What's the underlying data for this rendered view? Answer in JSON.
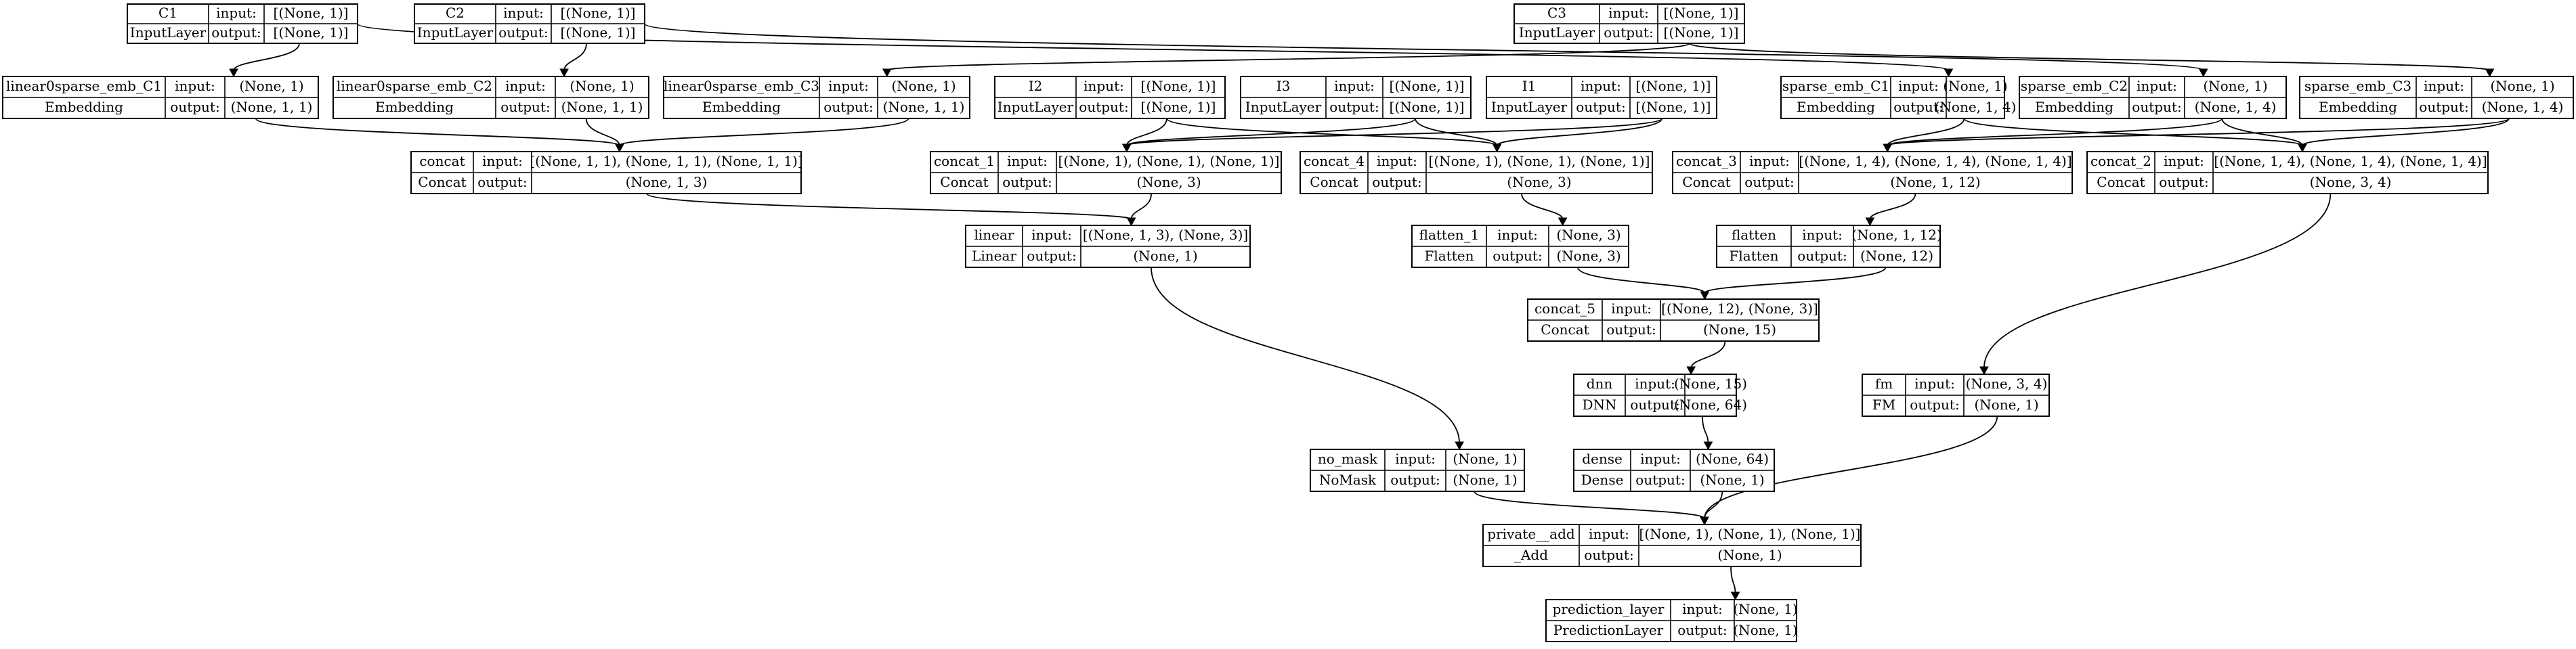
{
  "nodes": [
    {
      "id": "C1",
      "name": "C1",
      "type": "InputLayer",
      "input": "[(None, 1)]",
      "output": "[(None, 1)]"
    },
    {
      "id": "C2",
      "name": "C2",
      "type": "InputLayer",
      "input": "[(None, 1)]",
      "output": "[(None, 1)]"
    },
    {
      "id": "C3",
      "name": "C3",
      "type": "InputLayer",
      "input": "[(None, 1)]",
      "output": "[(None, 1)]"
    },
    {
      "id": "lin_C1",
      "name": "linear0sparse_emb_C1",
      "type": "Embedding",
      "input": "(None, 1)",
      "output": "(None, 1, 1)"
    },
    {
      "id": "lin_C2",
      "name": "linear0sparse_emb_C2",
      "type": "Embedding",
      "input": "(None, 1)",
      "output": "(None, 1, 1)"
    },
    {
      "id": "lin_C3",
      "name": "linear0sparse_emb_C3",
      "type": "Embedding",
      "input": "(None, 1)",
      "output": "(None, 1, 1)"
    },
    {
      "id": "I2",
      "name": "I2",
      "type": "InputLayer",
      "input": "[(None, 1)]",
      "output": "[(None, 1)]"
    },
    {
      "id": "I3",
      "name": "I3",
      "type": "InputLayer",
      "input": "[(None, 1)]",
      "output": "[(None, 1)]"
    },
    {
      "id": "I1",
      "name": "I1",
      "type": "InputLayer",
      "input": "[(None, 1)]",
      "output": "[(None, 1)]"
    },
    {
      "id": "sp_C1",
      "name": "sparse_emb_C1",
      "type": "Embedding",
      "input": "(None, 1)",
      "output": "(None, 1, 4)"
    },
    {
      "id": "sp_C2",
      "name": "sparse_emb_C2",
      "type": "Embedding",
      "input": "(None, 1)",
      "output": "(None, 1, 4)"
    },
    {
      "id": "sp_C3",
      "name": "sparse_emb_C3",
      "type": "Embedding",
      "input": "(None, 1)",
      "output": "(None, 1, 4)"
    },
    {
      "id": "concat",
      "name": "concat",
      "type": "Concat",
      "input": "[(None, 1, 1), (None, 1, 1), (None, 1, 1)]",
      "output": "(None, 1, 3)"
    },
    {
      "id": "concat_1",
      "name": "concat_1",
      "type": "Concat",
      "input": "[(None, 1), (None, 1), (None, 1)]",
      "output": "(None, 3)"
    },
    {
      "id": "concat_4",
      "name": "concat_4",
      "type": "Concat",
      "input": "[(None, 1), (None, 1), (None, 1)]",
      "output": "(None, 3)"
    },
    {
      "id": "concat_3",
      "name": "concat_3",
      "type": "Concat",
      "input": "[(None, 1, 4), (None, 1, 4), (None, 1, 4)]",
      "output": "(None, 1, 12)"
    },
    {
      "id": "concat_2",
      "name": "concat_2",
      "type": "Concat",
      "input": "[(None, 1, 4), (None, 1, 4), (None, 1, 4)]",
      "output": "(None, 3, 4)"
    },
    {
      "id": "linear",
      "name": "linear",
      "type": "Linear",
      "input": "[(None, 1, 3), (None, 3)]",
      "output": "(None, 1)"
    },
    {
      "id": "flatten_1",
      "name": "flatten_1",
      "type": "Flatten",
      "input": "(None, 3)",
      "output": "(None, 3)"
    },
    {
      "id": "flatten",
      "name": "flatten",
      "type": "Flatten",
      "input": "(None, 1, 12)",
      "output": "(None, 12)"
    },
    {
      "id": "concat_5",
      "name": "concat_5",
      "type": "Concat",
      "input": "[(None, 12), (None, 3)]",
      "output": "(None, 15)"
    },
    {
      "id": "dnn",
      "name": "dnn",
      "type": "DNN",
      "input": "(None, 15)",
      "output": "(None, 64)"
    },
    {
      "id": "fm",
      "name": "fm",
      "type": "FM",
      "input": "(None, 3, 4)",
      "output": "(None, 1)"
    },
    {
      "id": "no_mask",
      "name": "no_mask",
      "type": "NoMask",
      "input": "(None, 1)",
      "output": "(None, 1)"
    },
    {
      "id": "dense",
      "name": "dense",
      "type": "Dense",
      "input": "(None, 64)",
      "output": "(None, 1)"
    },
    {
      "id": "private_add",
      "name": "private__add",
      "type": "_Add",
      "input": "[(None, 1), (None, 1), (None, 1)]",
      "output": "(None, 1)"
    },
    {
      "id": "prediction_layer",
      "name": "prediction_layer",
      "type": "PredictionLayer",
      "input": "(None, 1)",
      "output": "(None, 1)"
    }
  ],
  "edges": [
    [
      "C1",
      "lin_C1"
    ],
    [
      "C1",
      "sp_C1"
    ],
    [
      "C2",
      "lin_C2"
    ],
    [
      "C2",
      "sp_C2"
    ],
    [
      "C3",
      "lin_C3"
    ],
    [
      "C3",
      "sp_C3"
    ],
    [
      "lin_C1",
      "concat"
    ],
    [
      "lin_C2",
      "concat"
    ],
    [
      "lin_C3",
      "concat"
    ],
    [
      "I2",
      "concat_1"
    ],
    [
      "I3",
      "concat_1"
    ],
    [
      "I1",
      "concat_1"
    ],
    [
      "I2",
      "concat_4"
    ],
    [
      "I3",
      "concat_4"
    ],
    [
      "I1",
      "concat_4"
    ],
    [
      "sp_C1",
      "concat_3"
    ],
    [
      "sp_C2",
      "concat_3"
    ],
    [
      "sp_C3",
      "concat_3"
    ],
    [
      "sp_C1",
      "concat_2"
    ],
    [
      "sp_C2",
      "concat_2"
    ],
    [
      "sp_C3",
      "concat_2"
    ],
    [
      "concat",
      "linear"
    ],
    [
      "concat_1",
      "linear"
    ],
    [
      "concat_4",
      "flatten_1"
    ],
    [
      "concat_3",
      "flatten"
    ],
    [
      "flatten",
      "concat_5"
    ],
    [
      "flatten_1",
      "concat_5"
    ],
    [
      "concat_5",
      "dnn"
    ],
    [
      "concat_2",
      "fm"
    ],
    [
      "linear",
      "no_mask"
    ],
    [
      "dnn",
      "dense"
    ],
    [
      "no_mask",
      "private_add"
    ],
    [
      "dense",
      "private_add"
    ],
    [
      "fm",
      "private_add"
    ],
    [
      "private_add",
      "prediction_layer"
    ]
  ],
  "labels": {
    "input": "input:",
    "output": "output:"
  }
}
